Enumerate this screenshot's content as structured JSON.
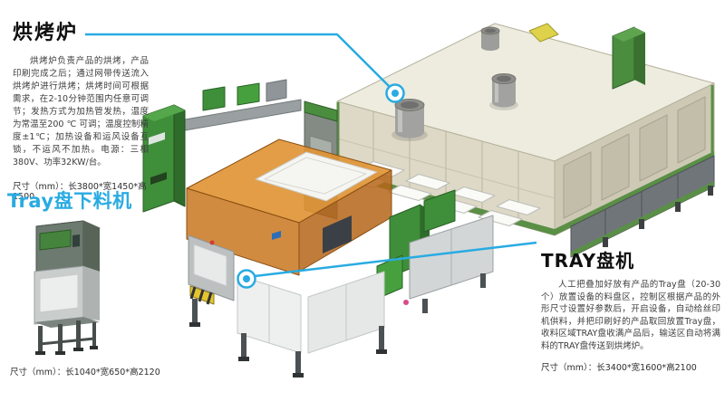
{
  "accent_color": "#29abe2",
  "sections": {
    "oven": {
      "title": "烘烤炉",
      "body": "烘烤炉负责产品的烘烤，产品印刷完成之后；通过网带传送流入烘烤炉进行烘烤；烘烤时间可根据需求，在2-10分钟范围内任意可调节；发热方式为加热管发热，温度为常温至200 ℃ 可调；温度控制精度±1℃；加热设备和运风设备互锁，不运风不加热。电源：三相 380V、功率32KW/台。",
      "dimensions": "尺寸（mm）：长3800*宽1450*高1500"
    },
    "tray_unloader": {
      "title": "Tray盘下料机",
      "dimensions": "尺寸（mm）：长1040*宽650*高2120"
    },
    "tray_machine": {
      "title": "TRAY盘机",
      "body": "人工把叠加好放有产品的Tray盘（20-30个）放置设备的料盘区，控制区根据产品的外形尺寸设置好参数后，开启设备，自动给丝印机供料，并把印刷好的产品取回放置Tray盘，收料区域TRAY盘收满产品后，输送区自动将满料的TRAY盘传送到烘烤炉。",
      "dimensions": "尺寸（mm）：长3400*宽1600*高2100"
    }
  }
}
